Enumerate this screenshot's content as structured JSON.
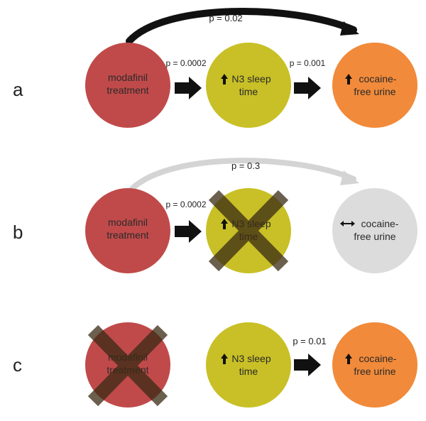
{
  "colors": {
    "modafinil": "#c04a4a",
    "n3_sleep": "#c8c026",
    "cocaine_free": "#f18a3a",
    "no_change": "#dcdcdc",
    "arrow": "#111111",
    "faded_arrow": "#d4d4d4",
    "cross": "#3a2a14"
  },
  "icons": {
    "increase": "up-arrow-icon",
    "no_change": "left-right-arrow-icon",
    "cross": "cross-mark-icon"
  },
  "panels": {
    "a": {
      "label": "a",
      "node1": {
        "line1": "modafinil",
        "line2": "treatment"
      },
      "node2": {
        "symbol": "🡅",
        "line1": "N3 sleep",
        "line2": "time"
      },
      "node3": {
        "symbol": "🡅",
        "line1": "cocaine-",
        "line2": "free urine"
      },
      "p_12": "p = 0.0002",
      "p_23": "p = 0.001",
      "p_13": "p = 0.02"
    },
    "b": {
      "label": "b",
      "node1": {
        "line1": "modafinil",
        "line2": "treatment"
      },
      "node2": {
        "symbol": "🡅",
        "line1": "N3 sleep",
        "line2": "time"
      },
      "node3": {
        "symbol": "↔",
        "line1": "cocaine-",
        "line2": "free urine"
      },
      "p_12": "p = 0.0002",
      "p_13": "p = 0.3"
    },
    "c": {
      "label": "c",
      "node1": {
        "line1": "modafinil",
        "line2": "treatment"
      },
      "node2": {
        "symbol": "🡅",
        "line1": "N3 sleep",
        "line2": "time"
      },
      "node3": {
        "symbol": "🡅",
        "line1": "cocaine-",
        "line2": "free urine"
      },
      "p_23": "p = 0.01"
    }
  }
}
